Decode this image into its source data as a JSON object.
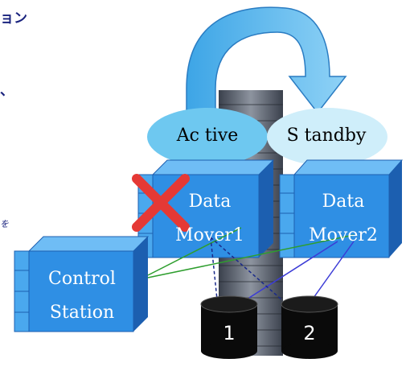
{
  "fragments": {
    "top_left": "ョン",
    "mid_left": "、",
    "lower_left": "を"
  },
  "failover": {
    "active_label": "Ac tive",
    "standby_label": "S tandby"
  },
  "data_movers": [
    {
      "line1": "Data",
      "line2": "Mover1",
      "failed": true
    },
    {
      "line1": "Data",
      "line2": "Mover2",
      "failed": false
    }
  ],
  "control_station": {
    "line1": "Control",
    "line2": "Station"
  },
  "disks": [
    {
      "label": "1"
    },
    {
      "label": "2"
    }
  ],
  "colors": {
    "box_front": "#2f8fe4",
    "box_side": "#1c5fb0",
    "box_top": "#6fbdf5",
    "ellipse": "#6ec8f0",
    "arrow": "#5ab6ec",
    "cross": "#e53935",
    "rack": "#5a6270",
    "disk": "#0a0a0a",
    "green_line": "#2e9e2e",
    "blue_line": "#3b3bd6",
    "dashed_line": "#1a2a8a"
  }
}
